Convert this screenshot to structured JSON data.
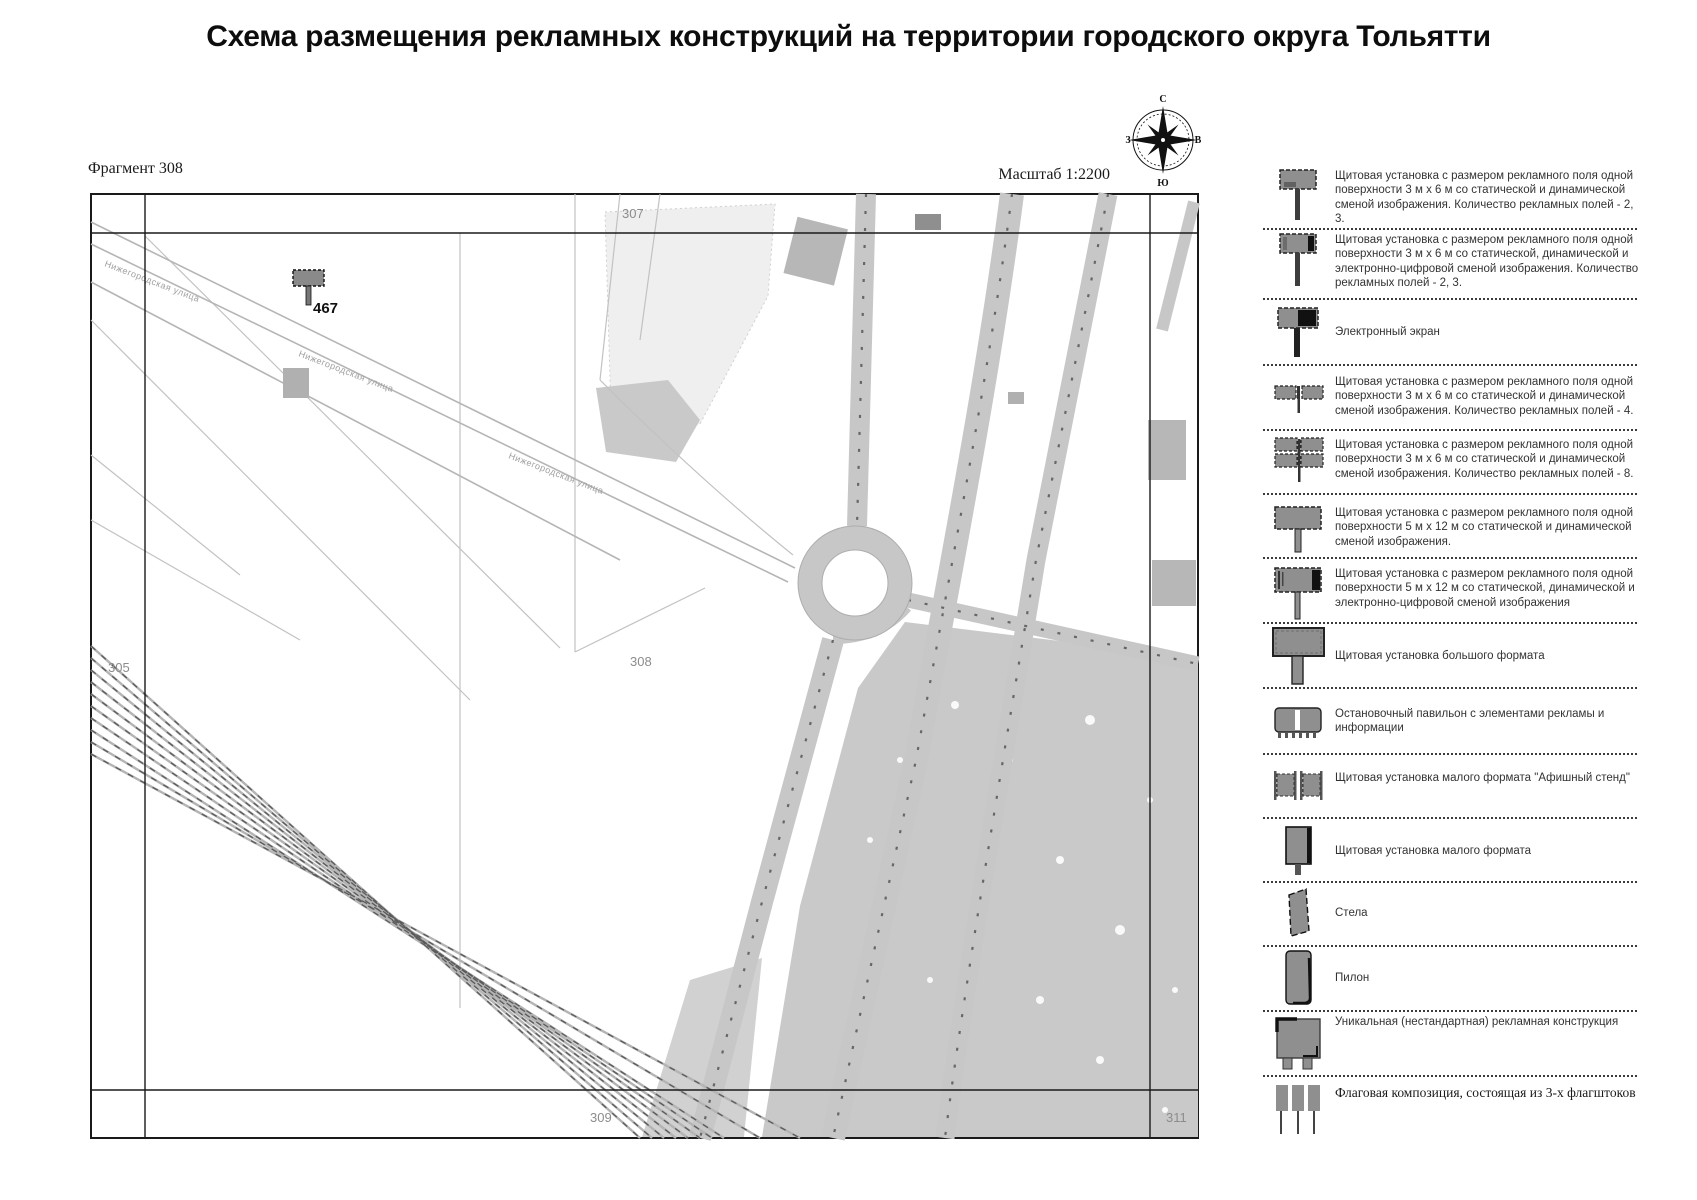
{
  "title": "Схема размещения рекламных конструкций на территории городского округа Тольятти",
  "map": {
    "fragment_label": "Фрагмент 308",
    "scale_label": "Масштаб 1:2200",
    "compass": {
      "n": "С",
      "e": "В",
      "s": "Ю",
      "w": "З"
    },
    "street_label": "Нижегородская улица",
    "marker_label": "467",
    "numbers": [
      {
        "label": "307"
      },
      {
        "label": "305"
      },
      {
        "label": "308"
      },
      {
        "label": "309"
      },
      {
        "label": "311"
      }
    ]
  },
  "legend": {
    "items": [
      {
        "icon": "billboard-icon",
        "text": "Щитовая установка с размером рекламного поля одной поверхности 3 м х 6 м со статической и динамической сменой изображения. Количество рекламных полей - 2, 3."
      },
      {
        "icon": "billboard-digital-icon",
        "text": "Щитовая установка с размером рекламного поля одной поверхности 3 м х 6 м со статической, динамической и электронно-цифровой сменой изображения. Количество рекламных полей - 2, 3."
      },
      {
        "icon": "electronic-screen-icon",
        "text": "Электронный экран"
      },
      {
        "icon": "billboard-4-fields-icon",
        "text": "Щитовая установка с размером рекламного поля одной поверхности 3 м х 6 м со статической и динамической сменой изображения. Количество рекламных полей - 4."
      },
      {
        "icon": "billboard-8-fields-icon",
        "text": "Щитовая установка с размером рекламного поля одной поверхности 3 м х 6 м со статической и динамической сменой изображения. Количество рекламных полей - 8."
      },
      {
        "icon": "billboard-5x12-icon",
        "text": "Щитовая установка с размером рекламного поля одной поверхности 5 м х 12 м со статической и динамической сменой изображения."
      },
      {
        "icon": "billboard-5x12-digital-icon",
        "text": "Щитовая установка с размером рекламного поля одной поверхности 5 м х 12 м со статической, динамической и электронно-цифровой сменой изображения"
      },
      {
        "icon": "large-format-icon",
        "text": "Щитовая установка большого формата"
      },
      {
        "icon": "bus-pavilion-icon",
        "text": "Остановочный павильон с элементами рекламы и информации"
      },
      {
        "icon": "poster-stand-icon",
        "text": "Щитовая установка малого формата \"Афишный стенд\""
      },
      {
        "icon": "small-format-icon",
        "text": "Щитовая установка малого формата"
      },
      {
        "icon": "stela-icon",
        "text": "Стела"
      },
      {
        "icon": "pylon-icon",
        "text": "Пилон"
      },
      {
        "icon": "unique-construction-icon",
        "text": "Уникальная (нестандартная) рекламная конструкция"
      },
      {
        "icon": "flag-composition-icon",
        "text": "Флаговая композиция, состоящая из 3-х флагштоков"
      }
    ]
  },
  "colors": {
    "road_gray": "#c7c7c7",
    "area_gray": "#c9c9c9",
    "thin_line_gray": "#c2c2c2",
    "icon_gray": "#8f8f8f",
    "label_gray": "#8c8c8c",
    "text_dark": "#1a1a1a"
  }
}
